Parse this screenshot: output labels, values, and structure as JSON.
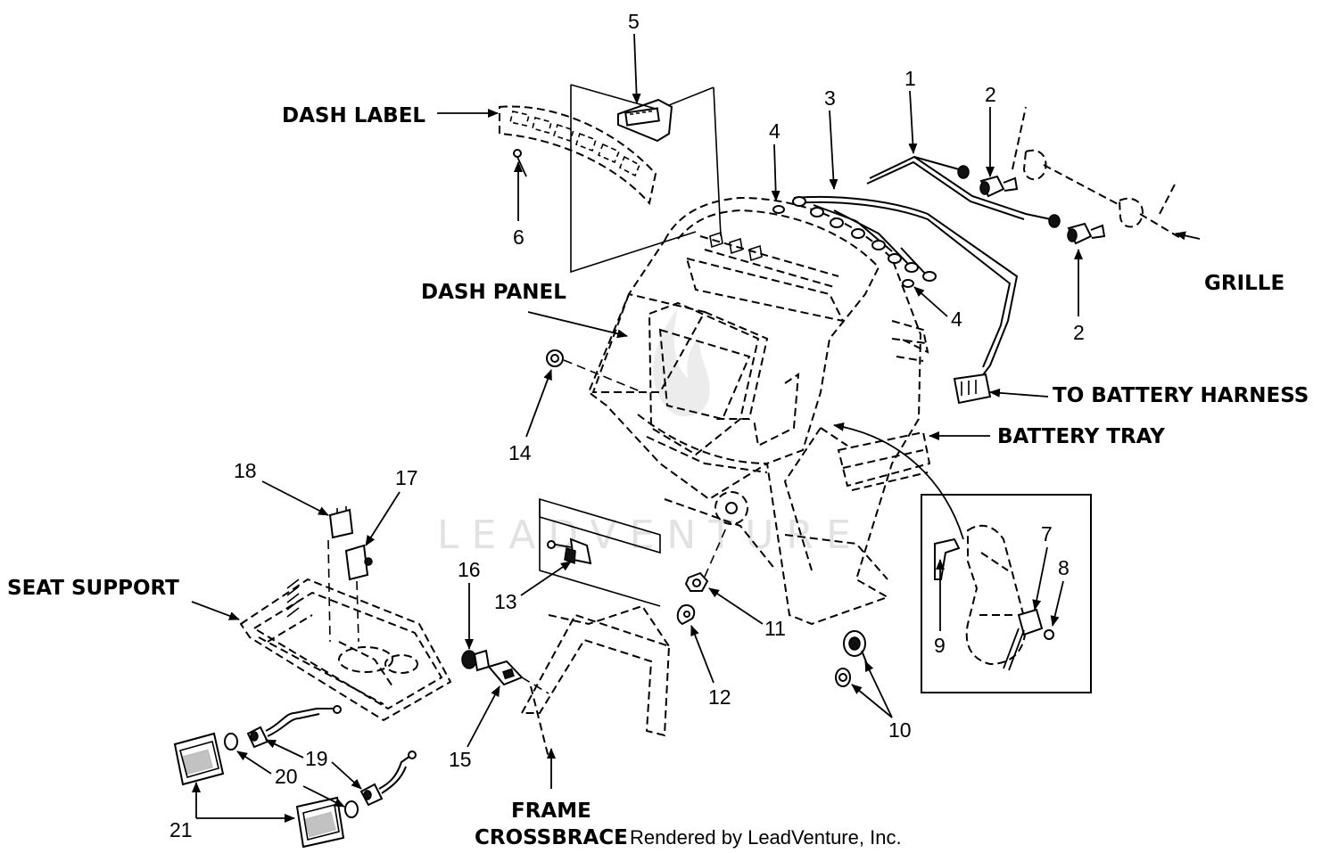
{
  "labels": {
    "dash_label": "DASH LABEL",
    "dash_panel": "DASH PANEL",
    "grille": "GRILLE",
    "to_battery_harness": "TO BATTERY HARNESS",
    "battery_tray": "BATTERY TRAY",
    "seat_support": "SEAT SUPPORT",
    "frame": "FRAME",
    "crossbrace": "CROSSBRACE"
  },
  "credit": "Rendered by LeadVenture, Inc.",
  "watermark": "LEADVENTURE",
  "callouts": {
    "c1": "1",
    "c2a": "2",
    "c2b": "2",
    "c3": "3",
    "c4a": "4",
    "c4b": "4",
    "c5": "5",
    "c6": "6",
    "c7": "7",
    "c8": "8",
    "c9": "9",
    "c10": "10",
    "c11": "11",
    "c12": "12",
    "c13": "13",
    "c14": "14",
    "c15": "15",
    "c16": "16",
    "c17": "17",
    "c18": "18",
    "c19": "19",
    "c20": "20",
    "c21": "21"
  }
}
